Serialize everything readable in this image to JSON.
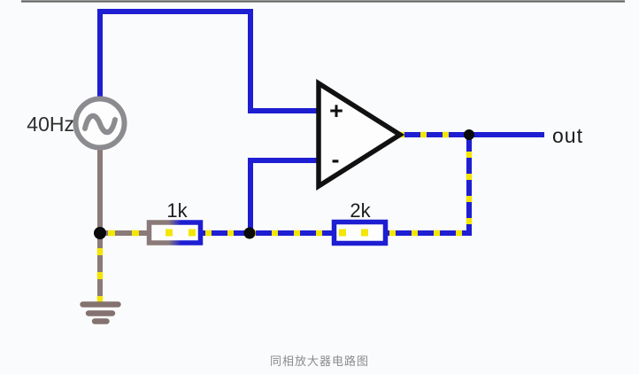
{
  "window": {
    "background": "#fafbfc",
    "top_border_color": "#484848"
  },
  "caption": "同相放大器电路图",
  "circuit": {
    "source": {
      "label": "40Hz",
      "symbol": "ac-sine-voltage-source"
    },
    "resistors": {
      "r1": {
        "label": "1k"
      },
      "r2": {
        "label": "2k"
      }
    },
    "opamp": {
      "noninverting_label": "+",
      "inverting_label": "-"
    },
    "output": {
      "label": "out"
    },
    "colors": {
      "wire_blue": "#1e1ed2",
      "wire_gray": "#8a7a78",
      "current_dash_yellow": "#f3e600",
      "source_symbol_gray": "#8c8c90",
      "ground_gray": "#83726f",
      "opamp_black": "#111111",
      "label_text": "#1c1c1c",
      "caption_gray": "#8b8b8b"
    }
  }
}
